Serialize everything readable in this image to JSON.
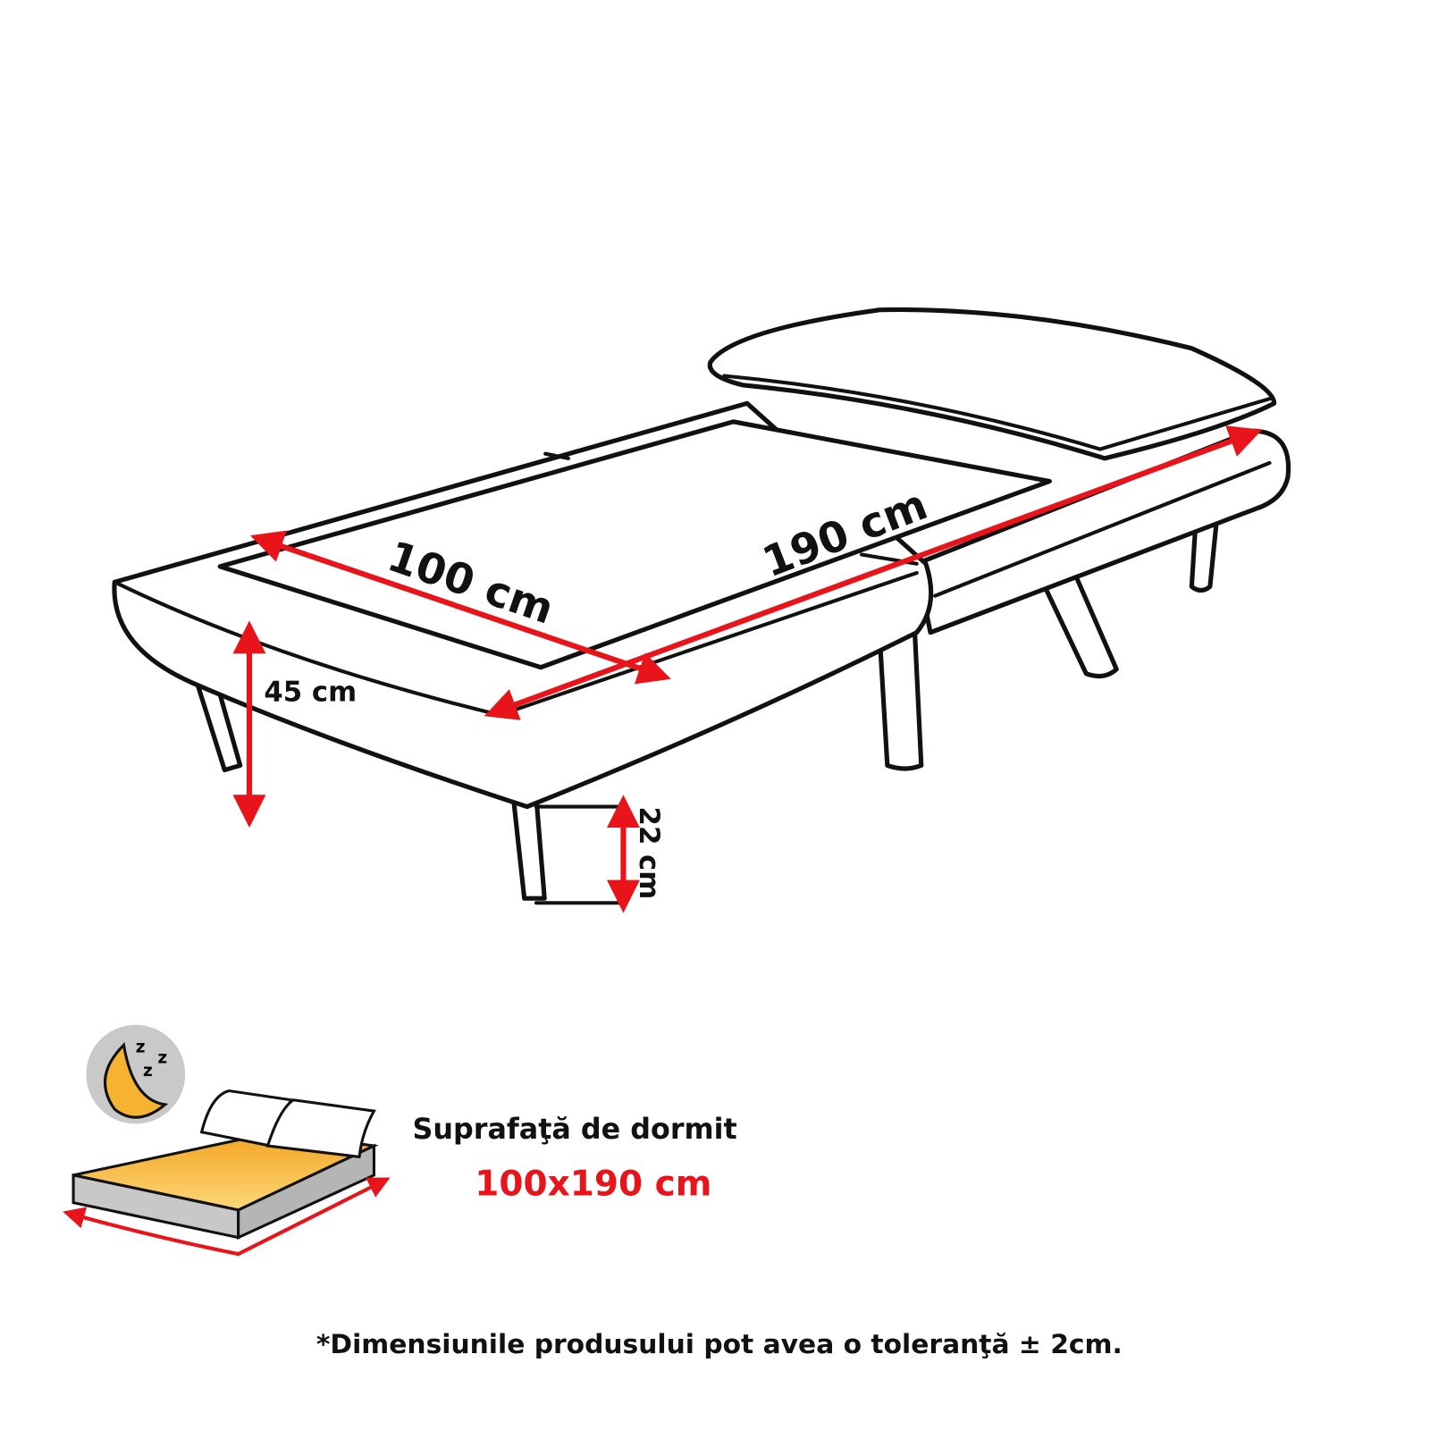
{
  "dimensions": {
    "width": "100 cm",
    "length": "190 cm",
    "height": "45 cm",
    "leg_height": "22 cm"
  },
  "sleep_icon": {
    "zzz": [
      "z",
      "z",
      "z"
    ]
  },
  "sleeping_surface": {
    "label": "Suprafaţă de dormit",
    "value": "100x190 cm"
  },
  "disclaimer": "*Dimensiunile produsului pot avea o toleranţă ± 2cm.",
  "colors": {
    "accent": "#e8141a",
    "mattress": "#f5a623",
    "base": "#c8c8c8"
  }
}
